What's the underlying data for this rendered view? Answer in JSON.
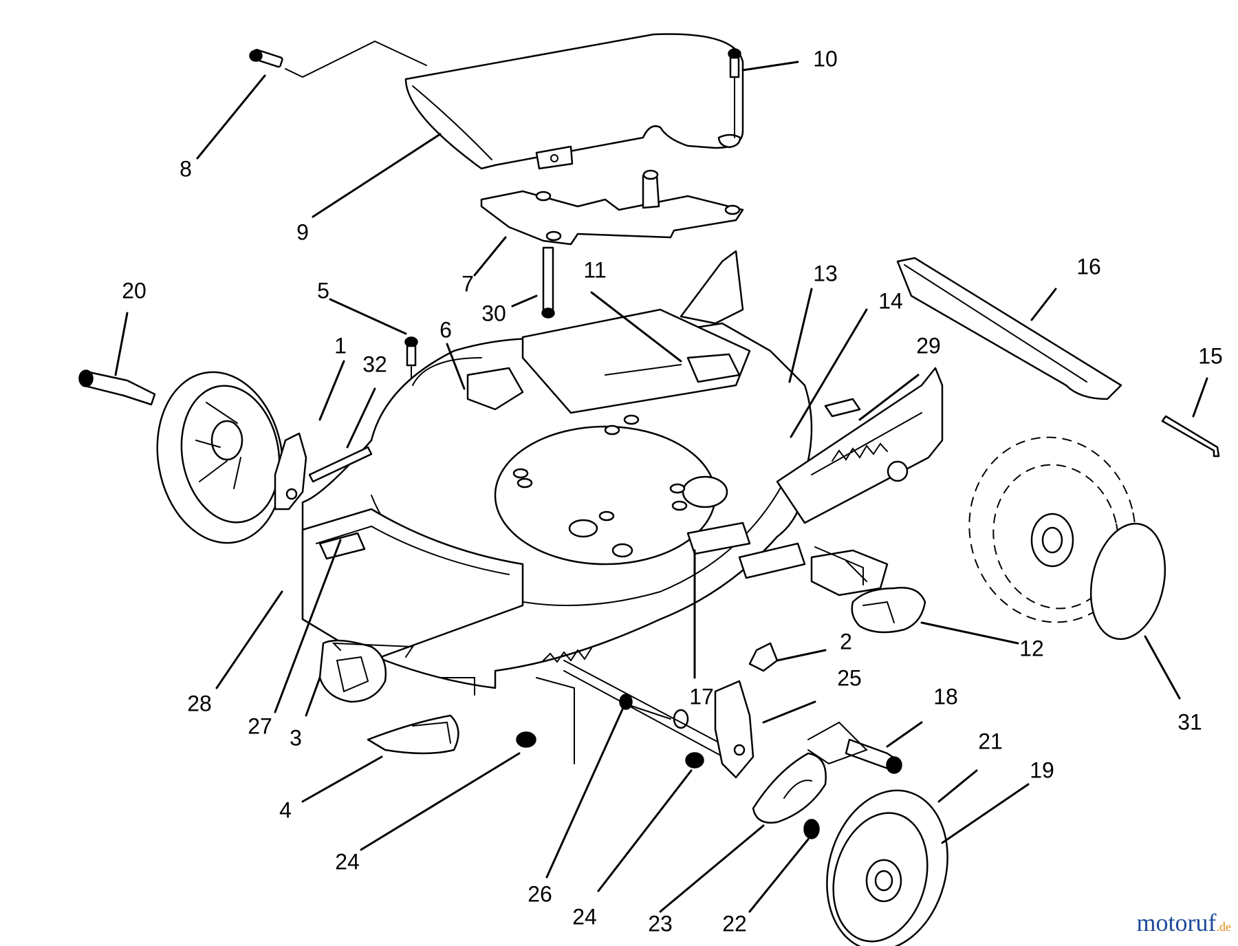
{
  "diagram": {
    "callouts": [
      "1",
      "2",
      "3",
      "4",
      "5",
      "6",
      "7",
      "8",
      "9",
      "10",
      "11",
      "12",
      "13",
      "14",
      "15",
      "16",
      "17",
      "18",
      "19",
      "20",
      "21",
      "22",
      "23",
      "24",
      "24",
      "25",
      "26",
      "27",
      "28",
      "29",
      "30",
      "31",
      "32"
    ],
    "watermark": {
      "main": "motoruf",
      "tld": ".de"
    }
  }
}
